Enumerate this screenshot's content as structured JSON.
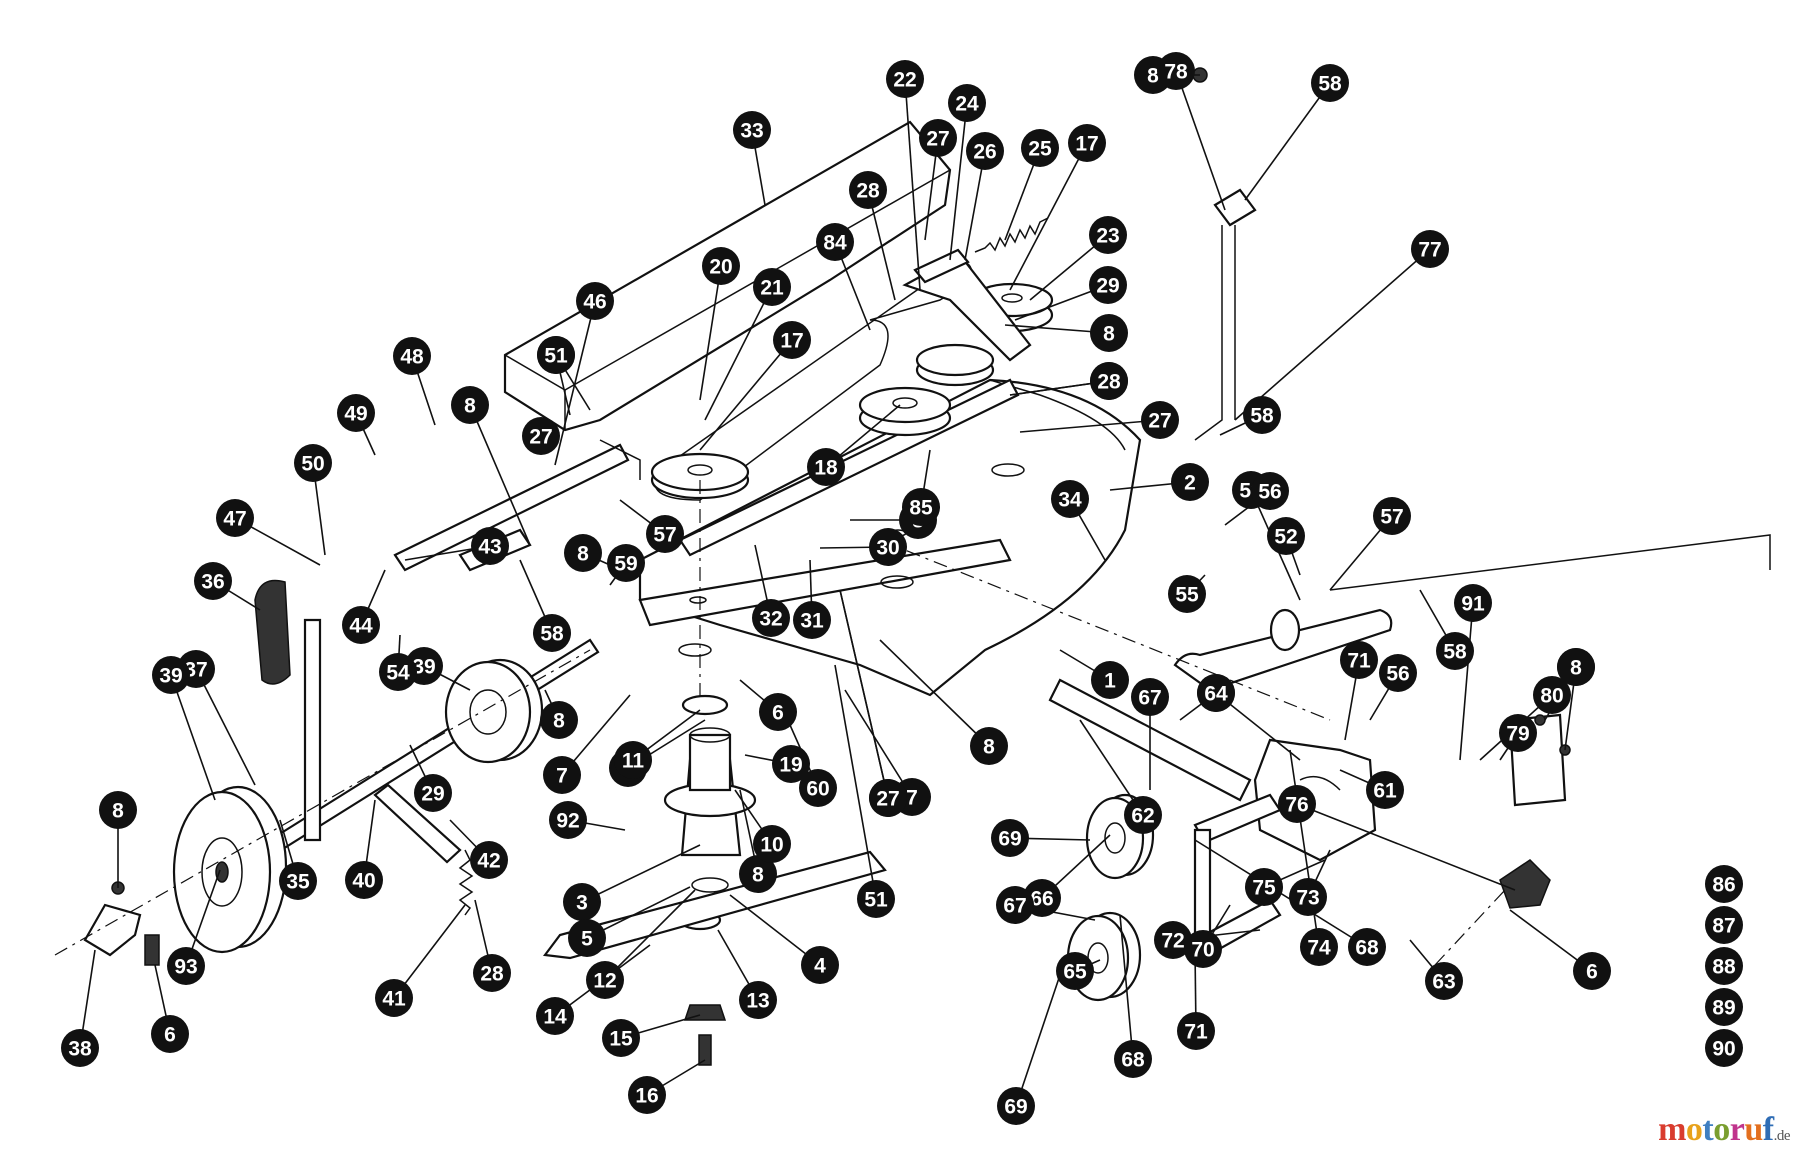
{
  "diagram": {
    "callouts": [
      "1",
      "2",
      "3",
      "4",
      "5",
      "6",
      "6",
      "6",
      "7",
      "7",
      "8",
      "8",
      "8",
      "8",
      "8",
      "8",
      "8",
      "8",
      "8",
      "8",
      "8",
      "9",
      "10",
      "11",
      "12",
      "13",
      "14",
      "15",
      "16",
      "17",
      "17",
      "18",
      "19",
      "20",
      "21",
      "22",
      "23",
      "24",
      "25",
      "26",
      "27",
      "27",
      "27",
      "27",
      "27",
      "28",
      "28",
      "28",
      "28",
      "29",
      "29",
      "30",
      "31",
      "32",
      "33",
      "34",
      "35",
      "36",
      "37",
      "38",
      "39",
      "39",
      "40",
      "41",
      "42",
      "43",
      "44",
      "45",
      "46",
      "47",
      "48",
      "49",
      "50",
      "51",
      "51",
      "52",
      "53",
      "54",
      "55",
      "56",
      "56",
      "57",
      "57",
      "58",
      "58",
      "58",
      "58",
      "59",
      "60",
      "61",
      "62",
      "63",
      "63",
      "64",
      "65",
      "66",
      "67",
      "67",
      "68",
      "68",
      "69",
      "69",
      "70",
      "71",
      "71",
      "72",
      "73",
      "74",
      "75",
      "76",
      "77",
      "78",
      "79",
      "80",
      "84",
      "85",
      "91",
      "92",
      "93"
    ],
    "unattached_callouts": [
      "86",
      "87",
      "88",
      "89",
      "90"
    ]
  },
  "watermark": {
    "text": "motoruf",
    "suffix": ".de",
    "colors": [
      "#d93c2e",
      "#e8a21b",
      "#3f7fc1",
      "#7a9e2f",
      "#c0348c",
      "#e36f1e",
      "#2f6db5"
    ]
  }
}
